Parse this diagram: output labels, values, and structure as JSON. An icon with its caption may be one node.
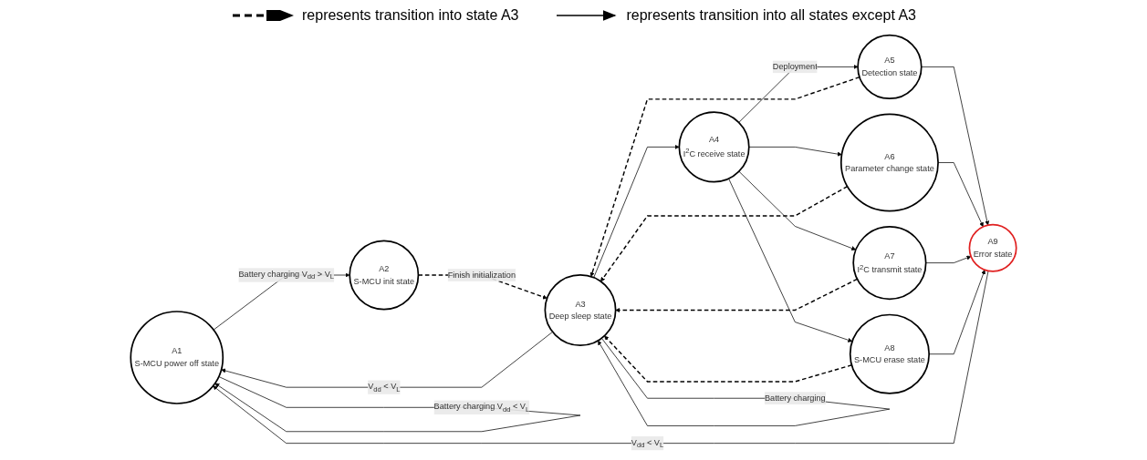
{
  "diagram": {
    "nodes": [
      {
        "text": [
          "A1",
          "S-MCU power off state"
        ]
      },
      {
        "text": [
          "A2",
          "S-MCU init state"
        ]
      },
      {
        "text": [
          "A3",
          "Deep sleep state"
        ]
      },
      {
        "text": [
          "A4",
          "I$^{2}$C receive state"
        ]
      },
      {
        "text": [
          "A9",
          "Error state"
        ]
      },
      {
        "text": [
          "A5",
          "Detection state"
        ]
      },
      {
        "text": [
          "A6",
          "Parameter change state"
        ]
      },
      {
        "text": [
          "A7",
          "I$^{2}$C transmit state"
        ]
      },
      {
        "text": [
          "A8",
          "S-MCU erase state"
        ]
      }
    ],
    "edges": [
      {
        "from": 0,
        "to": 1,
        "arrow": "to",
        "label": "Battery charging V$_{dd}$ > V$_{L}$"
      },
      {
        "from": 0,
        "to": 0,
        "arrow": "to",
        "label": "Battery charging V$_{dd}$ < V$_{L}$"
      },
      {
        "from": 1,
        "to": 2,
        "arrow": "to",
        "label": "Finish initialization",
        "style": "dashed"
      },
      {
        "from": 2,
        "to": 2,
        "arrow": "to",
        "label": "Battery charging"
      },
      {
        "from": 2,
        "to": 0,
        "arrow": "to",
        "label": "V$_{dd}$ < V$_{L}$"
      },
      {
        "from": 4,
        "to": 0,
        "arrow": "to",
        "label": "V$_{dd}$ < V$_{L}$"
      },
      {
        "from": 2,
        "to": 3,
        "arrow": "to"
      },
      {
        "from": 3,
        "to": 5,
        "arrow": "to",
        "label": "Deployment"
      },
      {
        "from": 3,
        "to": 6,
        "arrow": "to"
      },
      {
        "from": 3,
        "to": 7,
        "arrow": "to"
      },
      {
        "from": 3,
        "to": 8,
        "arrow": "to"
      },
      {
        "from": 5,
        "to": 2,
        "arrow": "to",
        "style": "dashed"
      },
      {
        "from": 6,
        "to": 2,
        "arrow": "to",
        "style": "dashed"
      },
      {
        "from": 7,
        "to": 2,
        "arrow": "to",
        "style": "dashed"
      },
      {
        "from": 8,
        "to": 2,
        "arrow": "to",
        "style": "dashed"
      },
      {
        "from": 5,
        "to": 4,
        "arrow": "to"
      },
      {
        "from": 6,
        "to": 4,
        "arrow": "to"
      },
      {
        "from": 7,
        "to": 4,
        "arrow": "to"
      },
      {
        "from": 8,
        "to": 4,
        "arrow": "to"
      }
    ],
    "legend": [
      {
        "text": "represents transition into state A3"
      },
      {
        "text": "represents transition into all states except A3"
      }
    ]
  }
}
